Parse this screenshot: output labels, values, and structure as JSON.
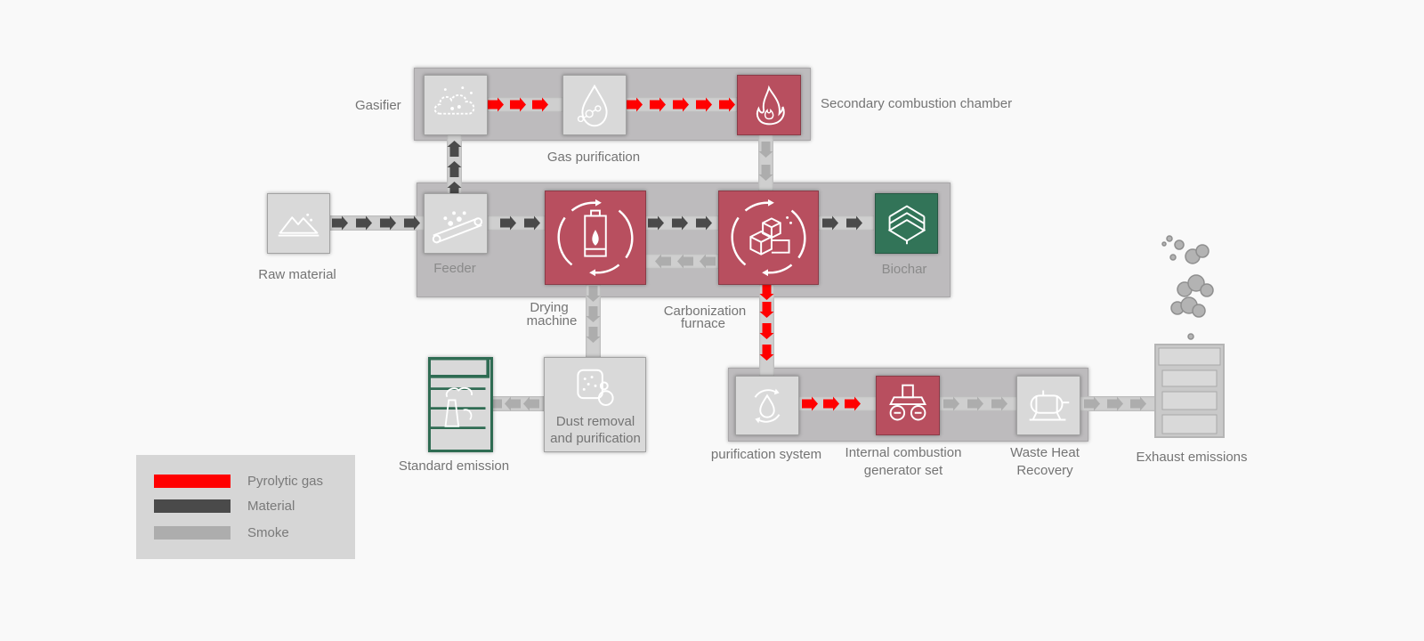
{
  "labels": {
    "gasifier": "Gasifier",
    "gas_purification": "Gas purification",
    "secondary_combustion": "Secondary combustion chamber",
    "raw_material": "Raw material",
    "feeder": "Feeder",
    "biochar": "Biochar",
    "drying_machine_1": "Drying",
    "drying_machine_2": "machine",
    "carbonization_1": "Carbonization",
    "carbonization_2": "furnace",
    "dust_removal_1": "Dust removal",
    "dust_removal_2": "and purification",
    "standard_emission": "Standard emission",
    "purification_system": "purification system",
    "ic_generator_1": "Internal combustion",
    "ic_generator_2": "generator set",
    "waste_heat_1": "Waste Heat",
    "waste_heat_2": "Recovery",
    "exhaust_emissions": "Exhaust emissions"
  },
  "legend": {
    "items": [
      {
        "label": "Pyrolytic gas",
        "color": "#ff0000"
      },
      {
        "label": "Material",
        "color": "#4a4a4a"
      },
      {
        "label": "Smoke",
        "color": "#adadad"
      }
    ]
  },
  "colors": {
    "pyrolytic_gas": "#ff0000",
    "material": "#4a4a4a",
    "smoke": "#adadad",
    "process_red": "#b84f5f",
    "process_green": "#327458",
    "process_grey": "#d9d9d9"
  },
  "icons": {
    "raw_material": "sand-pile-icon",
    "feeder": "conveyor-icon",
    "gasifier": "gas-cloud-icon",
    "gas_purification": "molecule-drop-icon",
    "secondary_combustion": "flame-icon",
    "drying_machine": "drying-cycle-icon",
    "carbonization_furnace": "carbonization-cycle-icon",
    "biochar": "wood-stack-icon",
    "dust_removal": "dust-filter-icon",
    "standard_emission": "factory-chimney-icon",
    "purification_system": "water-drop-cycle-icon",
    "ic_generator": "generator-icon",
    "waste_heat": "boiler-icon",
    "exhaust_emissions": "chimney-smoke-icon"
  }
}
